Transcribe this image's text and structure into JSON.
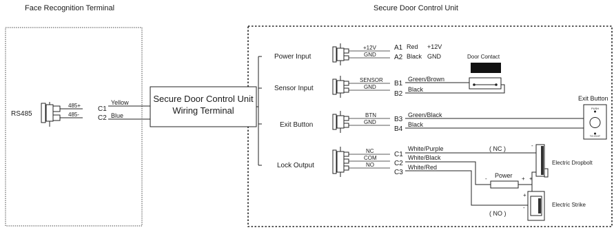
{
  "titles": {
    "left": "Face Recognition Terminal",
    "right": "Secure Door Control Unit"
  },
  "terminal": {
    "port": "RS485",
    "pins": [
      {
        "label": "485+",
        "pin": "C1",
        "wire": "Yellow"
      },
      {
        "label": "485-",
        "pin": "C2",
        "wire": "Blue"
      }
    ]
  },
  "wiring_terminal": {
    "line1": "Secure Door Control Unit",
    "line2": "Wiring Terminal"
  },
  "groups": {
    "power": {
      "name": "Power Input",
      "pins": [
        {
          "label": "+12V",
          "pin": "A1",
          "wire": "Red",
          "dest": "+12V"
        },
        {
          "label": "GND",
          "pin": "A2",
          "wire": "Black",
          "dest": "GND"
        }
      ]
    },
    "sensor": {
      "name": "Sensor Input",
      "pins": [
        {
          "label": "SENSOR",
          "pin": "B1",
          "wire": "Green/Brown"
        },
        {
          "label": "GND",
          "pin": "B2",
          "wire": "Black"
        }
      ]
    },
    "exit": {
      "name": "Exit Button",
      "pins": [
        {
          "label": "BTN",
          "pin": "B3",
          "wire": "Green/Black"
        },
        {
          "label": "GND",
          "pin": "B4",
          "wire": "Black"
        }
      ]
    },
    "lock": {
      "name": "Lock Output",
      "pins": [
        {
          "label": "NC",
          "pin": "C1",
          "wire": "White/Purple"
        },
        {
          "label": "COM",
          "pin": "C2",
          "wire": "White/Black"
        },
        {
          "label": "NO",
          "pin": "C3",
          "wire": "White/Red"
        }
      ]
    }
  },
  "devices": {
    "door_contact": "Door Contact",
    "exit_button": "Exit Button",
    "exit_button_top": "PUSH",
    "exit_button_bottom": "TO EXIT",
    "electric_dropbolt": "Electric Dropbolt",
    "electric_strike": "Electric Strike",
    "power": "Power",
    "nc": "( NC )",
    "no": "( NO )",
    "minus": "-",
    "plus": "+"
  }
}
